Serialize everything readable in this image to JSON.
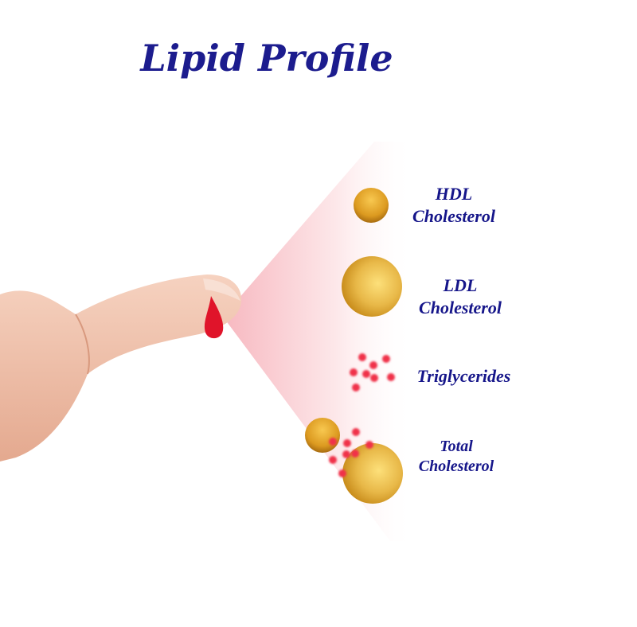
{
  "title": "Lipid Profile",
  "items": [
    {
      "line1": "HDL",
      "line2": "Cholesterol"
    },
    {
      "line1": "LDL",
      "line2": "Cholesterol"
    },
    {
      "line1": "Triglycerides"
    },
    {
      "line1": "Total",
      "line2": "Cholesterol"
    }
  ],
  "colors": {
    "title": "#1c1c8e",
    "gold": "#e0a830",
    "blood": "#e0142a",
    "cone": "#f9c6cc"
  }
}
